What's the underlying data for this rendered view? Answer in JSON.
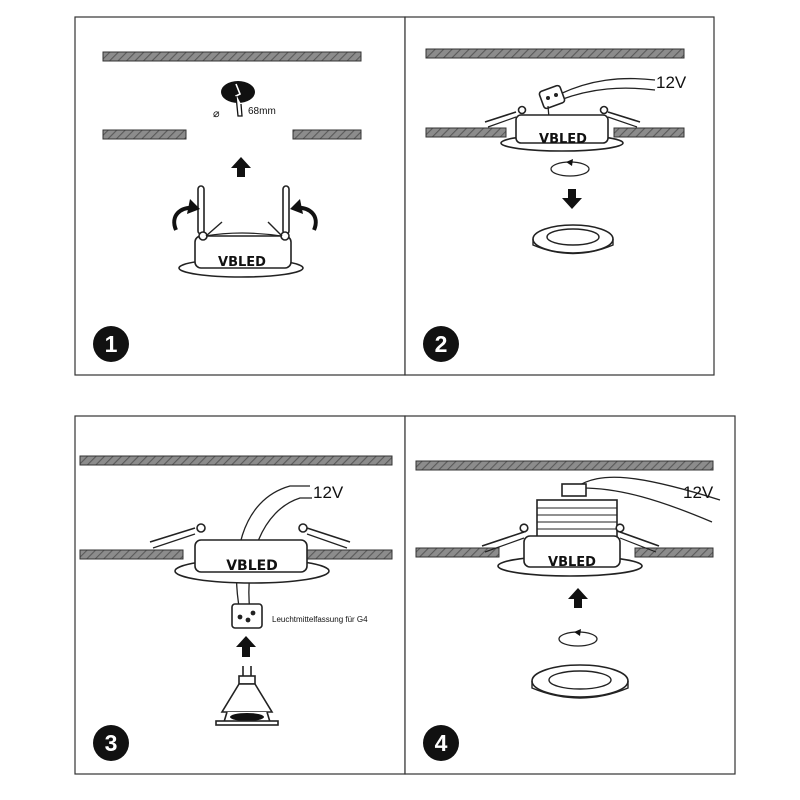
{
  "steps": [
    {
      "number": "1",
      "brand": "VBLED",
      "hole_symbol": "⌀",
      "hole_size": "68mm"
    },
    {
      "number": "2",
      "brand": "VBLED",
      "voltage": "12V"
    },
    {
      "number": "3",
      "brand": "VBLED",
      "voltage": "12V",
      "socket_label": "Leuchtmittelfassung für G4"
    },
    {
      "number": "4",
      "brand": "VBLED",
      "voltage": "12V"
    }
  ],
  "colors": {
    "ceiling_fill": "#8c8c8c",
    "line": "#222222",
    "badge": "#111111",
    "background": "#ffffff"
  },
  "icons": [
    "rotate-arrow-icon",
    "up-arrow-icon",
    "down-arrow-icon",
    "drill-icon",
    "rotate-cycle-icon"
  ]
}
